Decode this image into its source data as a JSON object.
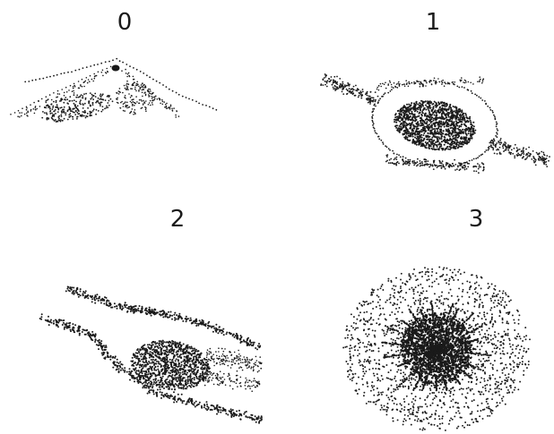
{
  "panels": [
    {
      "label": "0"
    },
    {
      "label": "1"
    },
    {
      "label": "2"
    },
    {
      "label": "3"
    }
  ],
  "colors": {
    "ink": "#1a1a1a",
    "background": "#ffffff"
  }
}
